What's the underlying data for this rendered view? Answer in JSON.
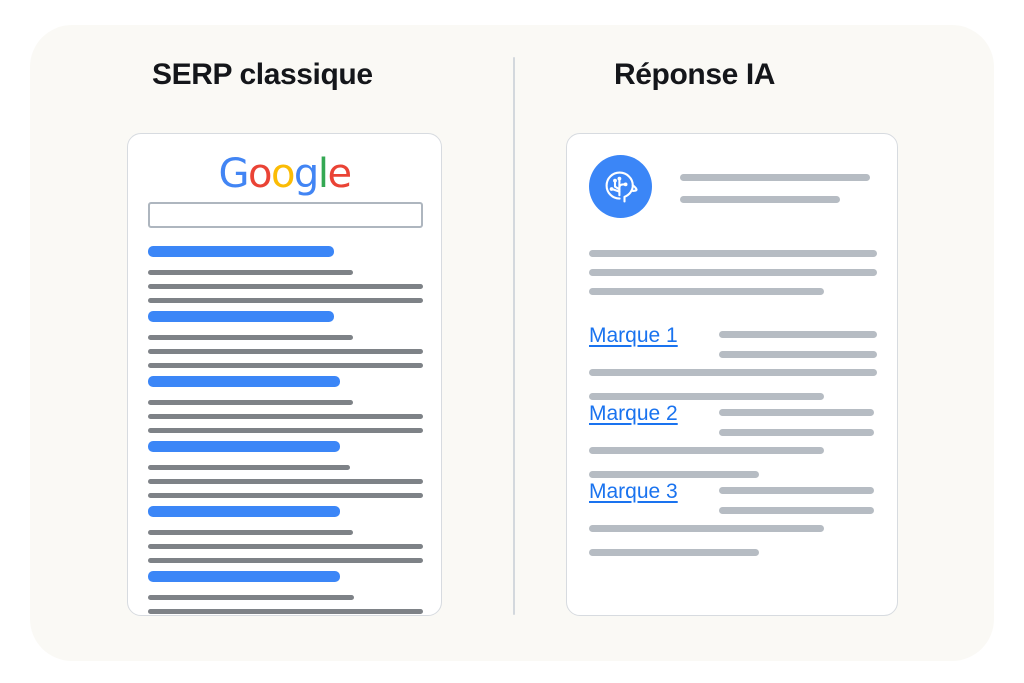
{
  "theme": {
    "page_bg": "#ffffff",
    "panel_bg": "#faf9f5",
    "card_bg": "#ffffff",
    "card_border": "#d7dbe0",
    "divider": "#d3d8dd",
    "accent_blue": "#3b86f7",
    "link_blue": "#1a73ef",
    "serp_line_gray": "#7e8287",
    "ai_line_gray": "#b6bcc3",
    "heading_color": "#14161a"
  },
  "columns": {
    "left": {
      "title": "SERP classique"
    },
    "right": {
      "title": "Réponse IA"
    }
  },
  "serp_card": {
    "logo": {
      "name": "google-logo",
      "letters": [
        {
          "char": "G",
          "color": "#4285F4"
        },
        {
          "char": "o",
          "color": "#EA4335"
        },
        {
          "char": "o",
          "color": "#FBBC05"
        },
        {
          "char": "g",
          "color": "#4285F4"
        },
        {
          "char": "l",
          "color": "#34A853"
        },
        {
          "char": "e",
          "color": "#EA4335"
        }
      ]
    },
    "search_field": {
      "value": "",
      "placeholder": ""
    },
    "results": [
      {
        "title_width": 186,
        "snippet_widths": [
          205,
          275,
          275
        ]
      },
      {
        "title_width": 186,
        "snippet_widths": [
          205,
          275,
          275
        ]
      },
      {
        "title_width": 192,
        "snippet_widths": [
          205,
          275,
          275
        ]
      },
      {
        "title_width": 192,
        "snippet_widths": [
          202,
          275,
          275
        ]
      },
      {
        "title_width": 192,
        "snippet_widths": [
          205,
          275,
          275
        ]
      },
      {
        "title_width": 192,
        "snippet_widths": [
          206,
          275
        ]
      }
    ]
  },
  "ai_card": {
    "badge": {
      "icon": "ai-head-circuit-icon",
      "bg": "#3b86f7"
    },
    "header_lines": [
      190,
      160
    ],
    "intro_lines": [
      288,
      288,
      235
    ],
    "brand_blocks": [
      {
        "label": "Marque 1",
        "side_lines": [
          158,
          158
        ],
        "below_lines": [
          288,
          235
        ]
      },
      {
        "label": "Marque 2",
        "side_lines": [
          155,
          155
        ],
        "below_lines": [
          235,
          170
        ]
      },
      {
        "label": "Marque 3",
        "side_lines": [
          155,
          155
        ],
        "below_lines": [
          235,
          170
        ]
      }
    ]
  }
}
